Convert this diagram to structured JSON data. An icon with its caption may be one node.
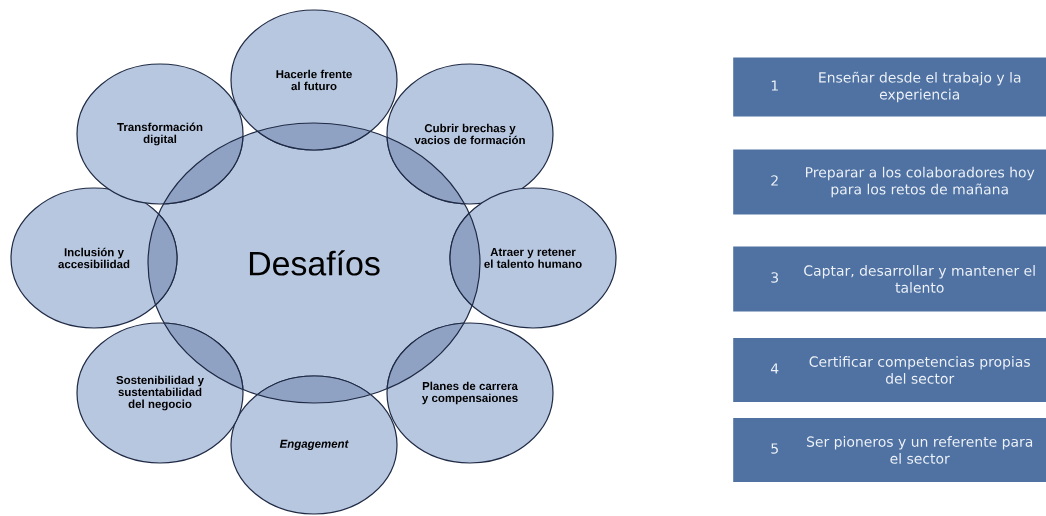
{
  "diagram": {
    "nodes": [
      {
        "text": [
          "Desafíos"
        ]
      },
      {
        "text": [
          "Hacerle frente al futuro"
        ]
      },
      {
        "text": [
          "Cubrir brechas y vacios de formación"
        ]
      },
      {
        "text": [
          "Atraer y retener el talento humano"
        ]
      },
      {
        "text": [
          "Planes de carrera y compensaiones"
        ]
      },
      {
        "text": [
          "Engagement"
        ]
      },
      {
        "text": [
          "Sostenibilidad y sustentabilidad del negocio"
        ]
      },
      {
        "text": [
          "Inclusión y accesibilidad"
        ]
      },
      {
        "text": [
          "Transformación digital"
        ]
      },
      {
        "text": [
          "1",
          "Enseñar desde el trabajo y la experiencia"
        ]
      },
      {
        "text": [
          "2",
          "Preparar a los colaboradores hoy para los retos de mañana"
        ]
      },
      {
        "text": [
          "3",
          "Captar, desarrollar y mantener el talento"
        ]
      },
      {
        "text": [
          "4",
          "Certificar competencias propias del sector"
        ]
      },
      {
        "text": [
          "5",
          "Ser pioneros y un referente para el sector"
        ]
      }
    ]
  }
}
